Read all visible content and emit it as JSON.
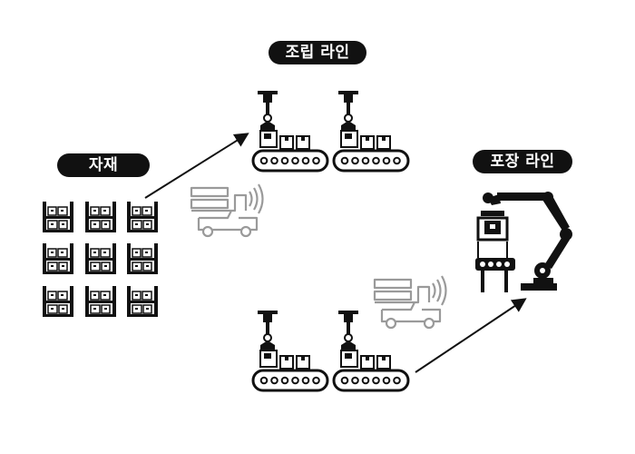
{
  "labels": {
    "assembly_line": "조립 라인",
    "materials": "자재",
    "packing_line": "포장 라인"
  },
  "icons": {
    "shelf": "warehouse-shelf-icon",
    "robot_conveyor": "robot-arm-conveyor-icon",
    "agv": "agv-forklift-truck-icon",
    "packing_robot": "packing-robot-arm-icon"
  },
  "colors": {
    "ink": "#111111",
    "agv": "#9a9a9a",
    "background": "#ffffff"
  }
}
